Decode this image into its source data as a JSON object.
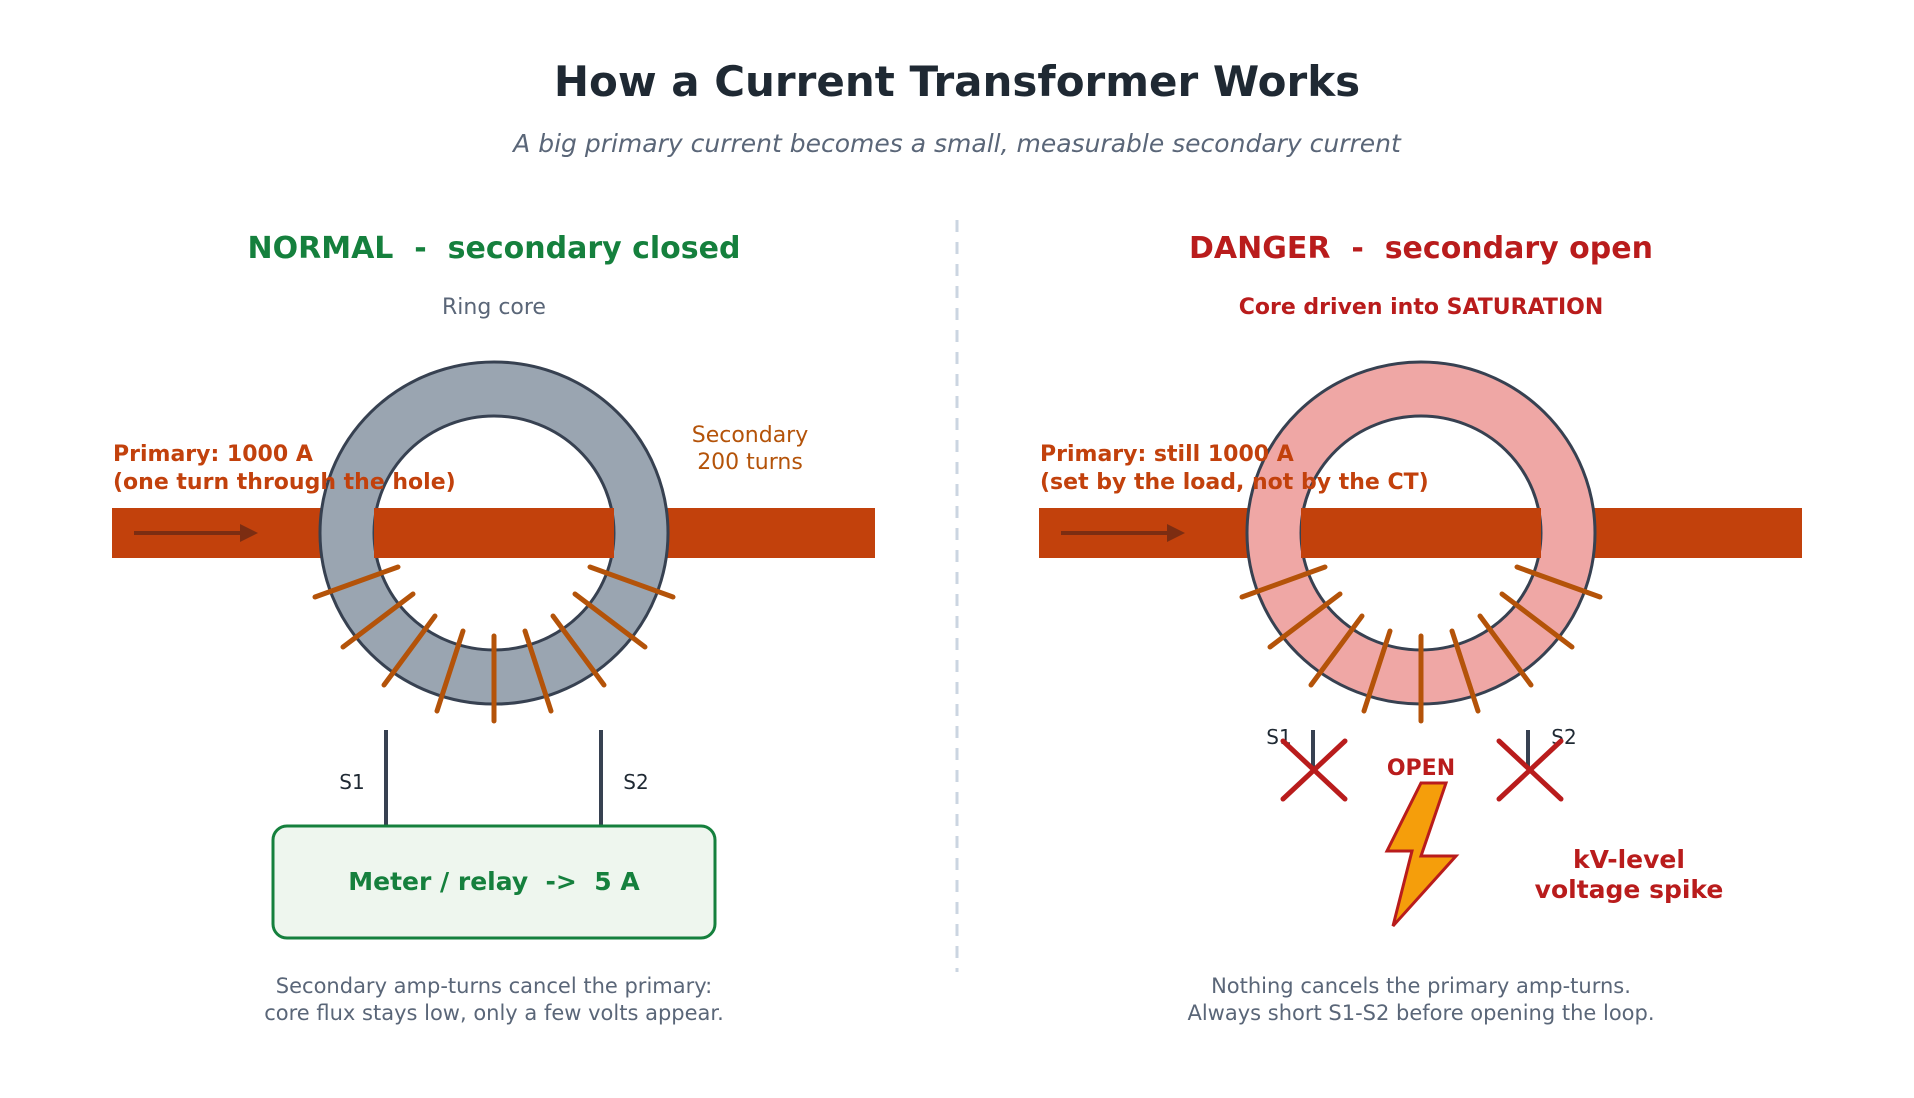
{
  "title": "How a Current Transformer Works",
  "subtitle": "A big primary current becomes a small, measurable secondary current",
  "colors": {
    "title": "#1f2933",
    "muted": "#5a6678",
    "normal": "#15803d",
    "danger": "#b91c1c",
    "bus": "#c2410c",
    "arrow": "#7c2d12",
    "winding": "#b45309",
    "core_normal": "#9aa5b1",
    "core_saturated": "#efa7a5",
    "outline": "#374151",
    "meter_fill": "#eef6ee",
    "spark_fill": "#f59e0b",
    "divider": "#cbd5e1"
  },
  "normal": {
    "heading": "NORMAL  -  secondary closed",
    "core_label": "Ring core",
    "primary_line1": "Primary: 1000 A",
    "primary_line2": "(one turn through the hole)",
    "secondary_line1": "Secondary",
    "secondary_line2": "200 turns",
    "s1": "S1",
    "s2": "S2",
    "meter": "Meter / relay  ->  5 A",
    "caption_line1": "Secondary amp-turns cancel the primary:",
    "caption_line2": "core flux stays low, only a few volts appear."
  },
  "danger": {
    "heading": "DANGER  -  secondary open",
    "core_label": "Core driven into SATURATION",
    "primary_line1": "Primary: still 1000 A",
    "primary_line2": "(set by the load, not by the CT)",
    "s1": "S1",
    "s2": "S2",
    "open_label": "OPEN",
    "spike_line1": "kV-level",
    "spike_line2": "voltage spike",
    "caption_line1": "Nothing cancels the primary amp-turns.",
    "caption_line2": "Always short S1-S2 before opening the loop."
  },
  "icons": {
    "open_marks": "x-mark-icon",
    "spike": "lightning-bolt-icon",
    "current_arrow": "arrow-right-icon"
  }
}
